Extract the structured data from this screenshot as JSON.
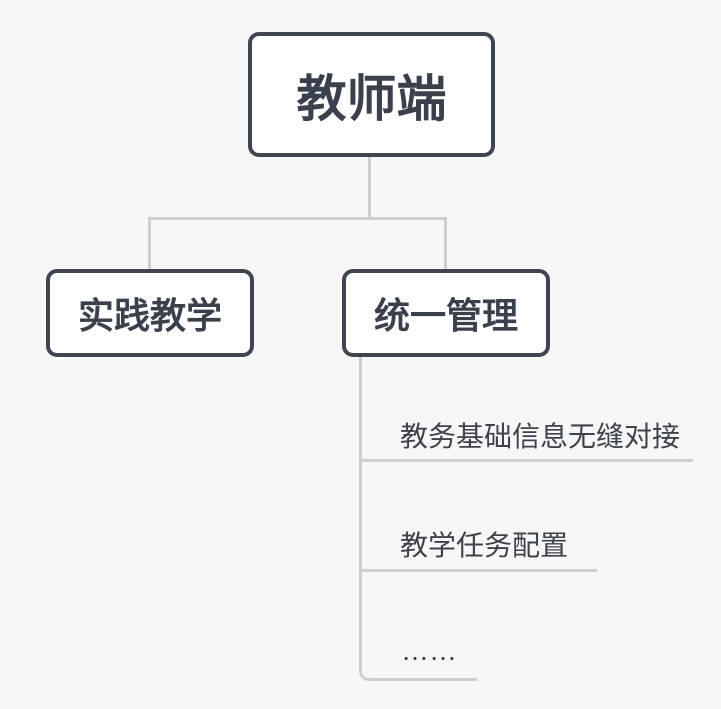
{
  "diagram": {
    "root": {
      "label": "教师端"
    },
    "children": [
      {
        "label": "实践教学"
      },
      {
        "label": "统一管理"
      }
    ],
    "leaves": [
      {
        "label": "教务基础信息无缝对接"
      },
      {
        "label": "教学任务配置"
      },
      {
        "label": "……"
      }
    ]
  },
  "colors": {
    "background": "#f7f7f7",
    "node_border": "#3f4651",
    "node_fill": "#ffffff",
    "node_text": "#3b414c",
    "connector": "#cecece",
    "leaf_text": "#3e434b"
  }
}
